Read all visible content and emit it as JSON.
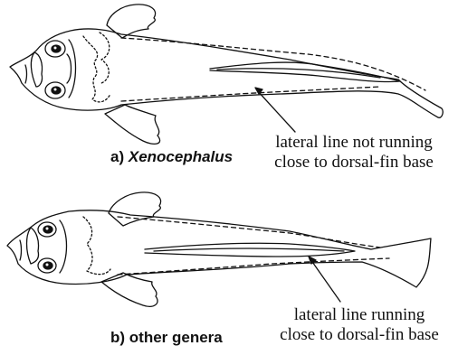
{
  "panel_a": {
    "letter": "a)",
    "genus": "Xenocephalus",
    "note_line1": "lateral line not running",
    "note_line2": "close to dorsal-fin base"
  },
  "panel_b": {
    "letter": "b)",
    "name": "other genera",
    "note_line1": "lateral line running",
    "note_line2": "close to dorsal-fin base"
  }
}
